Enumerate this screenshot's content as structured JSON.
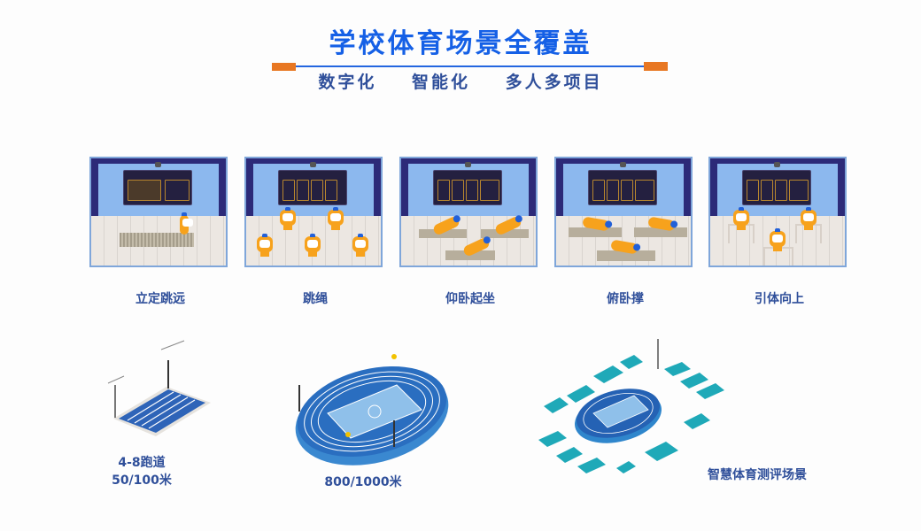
{
  "header": {
    "title": "学校体育场景全覆盖",
    "subtitle_items": [
      "数字化",
      "智能化",
      "多人多项目"
    ],
    "accent_color": "#1560e6",
    "tag_color": "#e87722"
  },
  "indoor_scenes": [
    {
      "label": "立定跳远",
      "scene": "standing-long-jump"
    },
    {
      "label": "跳绳",
      "scene": "rope-skipping"
    },
    {
      "label": "仰卧起坐",
      "scene": "sit-ups"
    },
    {
      "label": "俯卧撑",
      "scene": "push-ups"
    },
    {
      "label": "引体向上",
      "scene": "pull-ups"
    }
  ],
  "outdoor_scenes": [
    {
      "label_lines": [
        "4-8跑道",
        "50/100米"
      ],
      "scene": "straight-track"
    },
    {
      "label_lines": [
        "800/1000米"
      ],
      "scene": "oval-track"
    },
    {
      "label_lines": [
        "智慧体育测评场景"
      ],
      "scene": "smart-assessment-field"
    }
  ]
}
